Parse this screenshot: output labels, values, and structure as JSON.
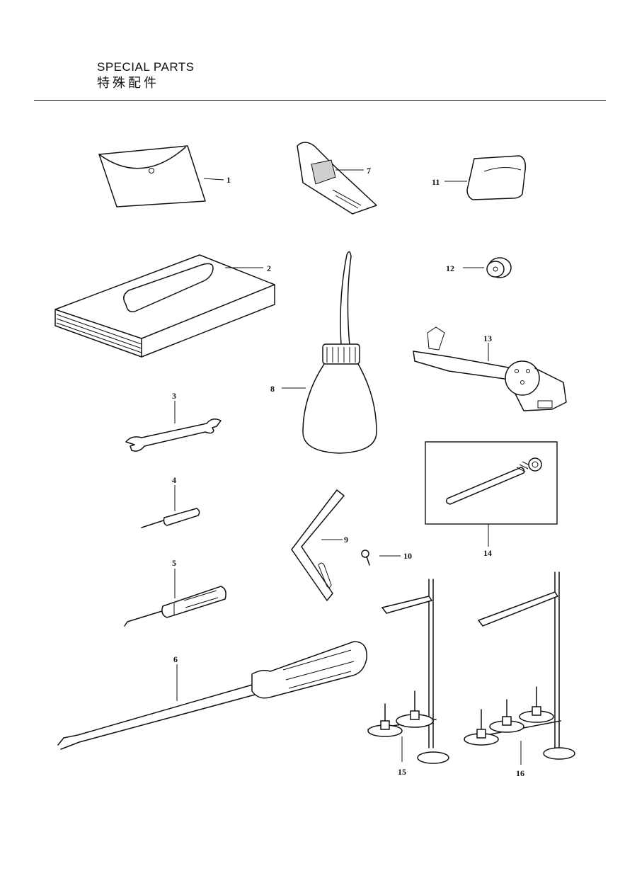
{
  "header": {
    "title_en": "SPECIAL PARTS",
    "title_zh": "特殊配件"
  },
  "parts": [
    {
      "num": "1",
      "icon": "vinyl-envelope-icon"
    },
    {
      "num": "2",
      "icon": "instruction-book-icon"
    },
    {
      "num": "3",
      "icon": "wrench-icon"
    },
    {
      "num": "4",
      "icon": "small-screwdriver-icon"
    },
    {
      "num": "5",
      "icon": "medium-screwdriver-icon"
    },
    {
      "num": "6",
      "icon": "large-screwdriver-icon"
    },
    {
      "num": "7",
      "icon": "tweezers-icon"
    },
    {
      "num": "8",
      "icon": "oil-can-icon"
    },
    {
      "num": "9",
      "icon": "bracket-icon"
    },
    {
      "num": "10",
      "icon": "screw-icon"
    },
    {
      "num": "11",
      "icon": "cover-cap-icon"
    },
    {
      "num": "12",
      "icon": "bobbin-icon"
    },
    {
      "num": "13",
      "icon": "thread-guide-assembly-icon"
    },
    {
      "num": "14",
      "icon": "spool-pin-icon"
    },
    {
      "num": "15",
      "icon": "thread-stand-two-spool-icon"
    },
    {
      "num": "16",
      "icon": "thread-stand-three-spool-icon"
    }
  ]
}
